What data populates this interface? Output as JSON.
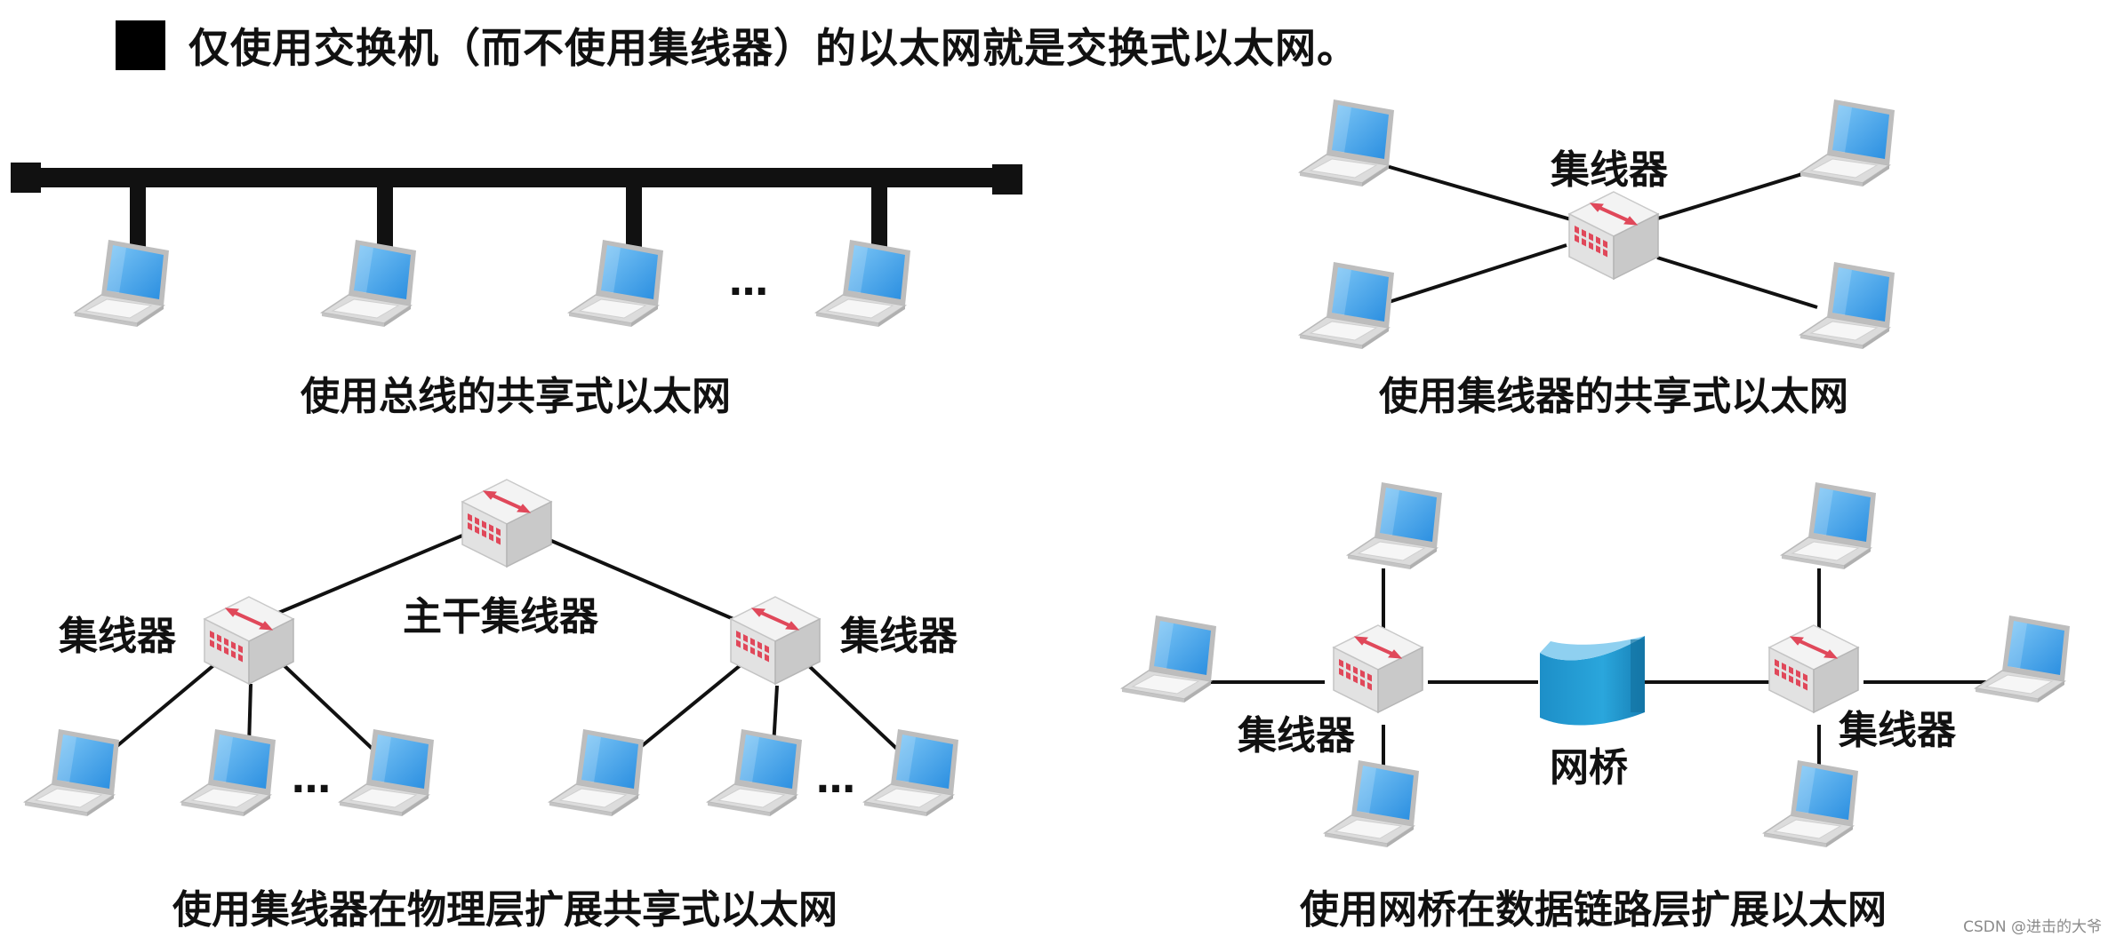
{
  "heading": "仅使用交换机（而不使用集线器）的以太网就是交换式以太网。",
  "panels": {
    "bus": {
      "caption": "使用总线的共享式以太网",
      "ellipsis": "…"
    },
    "hub": {
      "caption": "使用集线器的共享式以太网",
      "hub_label": "集线器"
    },
    "hub_tree": {
      "caption": "使用集线器在物理层扩展共享式以太网",
      "backbone_label": "主干集线器",
      "left_hub_label": "集线器",
      "right_hub_label": "集线器",
      "ellipsis": "…"
    },
    "bridge": {
      "caption": "使用网桥在数据链路层扩展以太网",
      "left_hub_label": "集线器",
      "right_hub_label": "集线器",
      "bridge_label": "网桥"
    }
  },
  "watermark": "CSDN @进击的大爷",
  "colors": {
    "screen": "#4aa8ec",
    "screen_dark": "#1f6fc0",
    "laptop_body": "#e8e8e8",
    "hub_body": "#eeeeee",
    "hub_accent": "#e0485a",
    "bridge": "#1d8fc8",
    "line": "#111111"
  }
}
